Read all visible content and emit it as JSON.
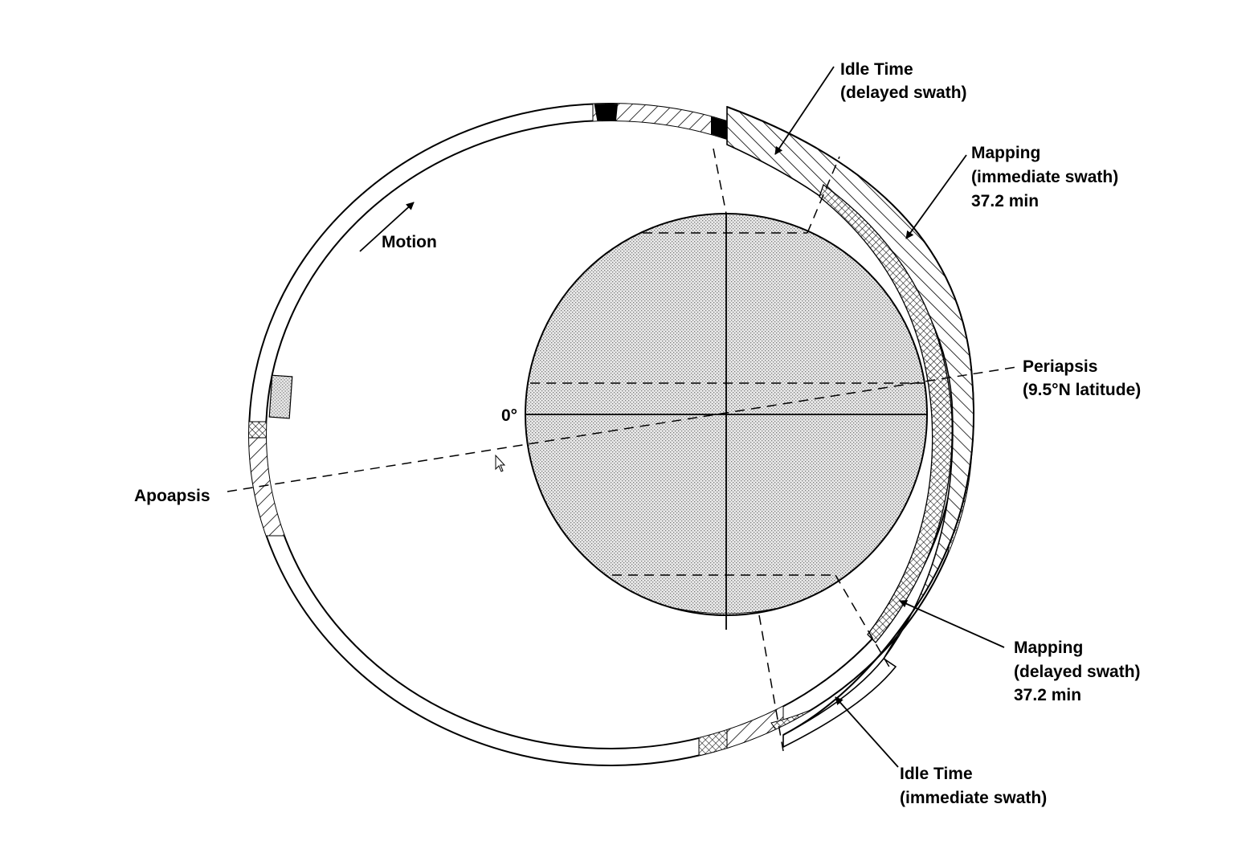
{
  "labels": {
    "idle_top": {
      "line1": "Idle Time",
      "line2": "(delayed swath)"
    },
    "mapping_immediate": {
      "line1": "Mapping",
      "line2": "(immediate swath)",
      "line3": "37.2 min"
    },
    "periapsis": {
      "line1": "Periapsis",
      "line2": "(9.5°N latitude)"
    },
    "mapping_delayed": {
      "line1": "Mapping",
      "line2": "(delayed swath)",
      "line3": "37.2 min"
    },
    "idle_bottom": {
      "line1": "Idle Time",
      "line2": "(immediate swath)"
    },
    "motion": "Motion",
    "apoapsis": "Apoapsis",
    "zero_deg": "0°"
  }
}
